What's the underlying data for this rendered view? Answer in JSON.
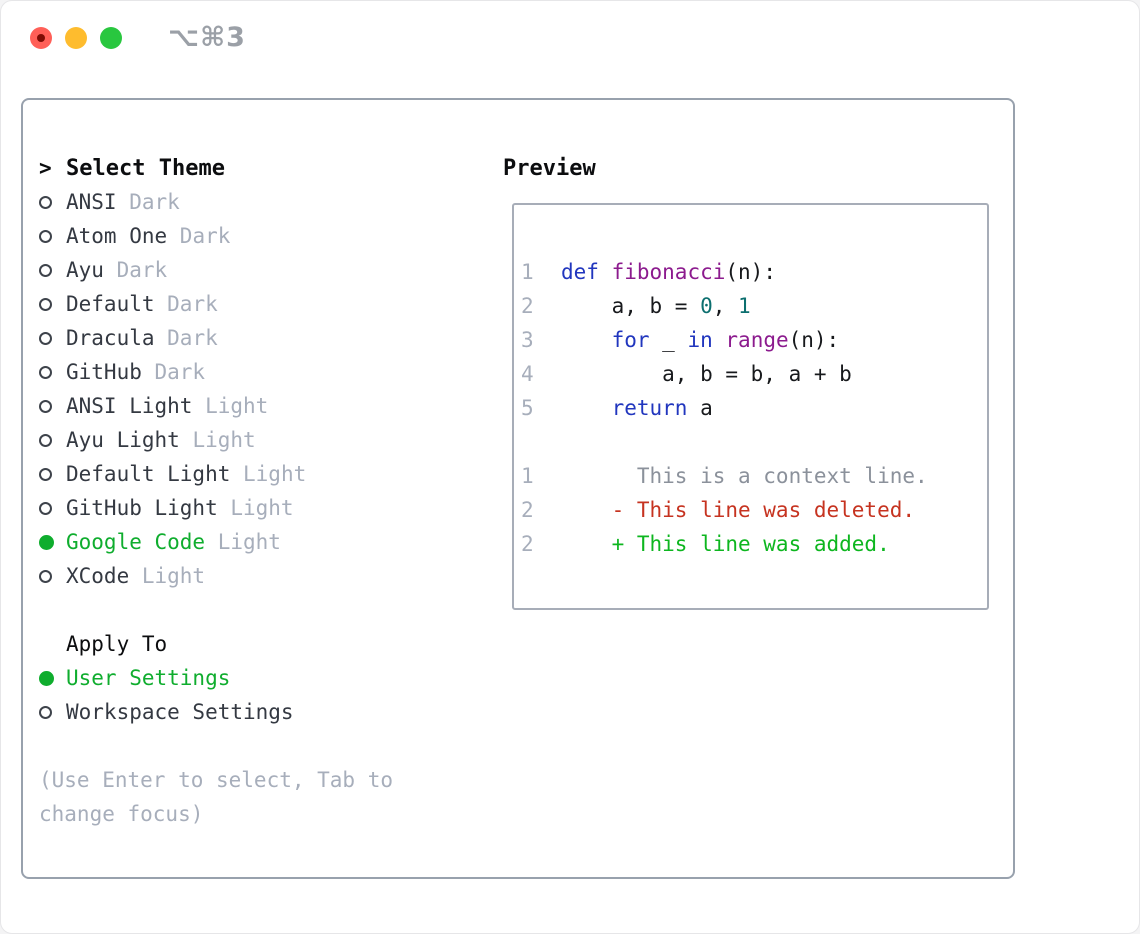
{
  "window": {
    "title": "⌥⌘3",
    "traffic_lights": {
      "close": "#ff5f57",
      "minimize": "#febc2e",
      "zoom": "#29c73f"
    }
  },
  "colors": {
    "accent_green": "#0fad2e",
    "keyword": "#2136be",
    "function_name": "#8c1b8e",
    "number_literal": "#0c6f6f",
    "context_line": "#8b919b",
    "deleted_line": "#c63320",
    "added_line": "#0db61f",
    "muted_text": "#a7aebb",
    "dark_text": "#343942"
  },
  "theme_selector": {
    "prompt": ">",
    "title": "Select Theme",
    "items": [
      {
        "name": "ANSI",
        "variant": "Dark",
        "selected": false
      },
      {
        "name": "Atom One",
        "variant": "Dark",
        "selected": false
      },
      {
        "name": "Ayu",
        "variant": "Dark",
        "selected": false
      },
      {
        "name": "Default",
        "variant": "Dark",
        "selected": false
      },
      {
        "name": "Dracula",
        "variant": "Dark",
        "selected": false
      },
      {
        "name": "GitHub",
        "variant": "Dark",
        "selected": false
      },
      {
        "name": "ANSI Light",
        "variant": "Light",
        "selected": false
      },
      {
        "name": "Ayu Light",
        "variant": "Light",
        "selected": false
      },
      {
        "name": "Default Light",
        "variant": "Light",
        "selected": false
      },
      {
        "name": "GitHub Light",
        "variant": "Light",
        "selected": false
      },
      {
        "name": "Google Code",
        "variant": "Light",
        "selected": true
      },
      {
        "name": "XCode",
        "variant": "Light",
        "selected": false
      }
    ],
    "apply_to": {
      "title": "Apply To",
      "options": [
        {
          "name": "User Settings",
          "selected": true
        },
        {
          "name": "Workspace Settings",
          "selected": false
        }
      ]
    },
    "hint": "(Use Enter to select, Tab to change focus)"
  },
  "preview": {
    "title": "Preview",
    "code_lines": [
      {
        "num": "1",
        "segments": [
          {
            "style": "kw",
            "text": "def"
          },
          {
            "style": "pl",
            "text": " "
          },
          {
            "style": "fn",
            "text": "fibonacci"
          },
          {
            "style": "pl",
            "text": "(n):"
          }
        ]
      },
      {
        "num": "2",
        "segments": [
          {
            "style": "pl",
            "text": "    a, b = "
          },
          {
            "style": "nm",
            "text": "0"
          },
          {
            "style": "pl",
            "text": ", "
          },
          {
            "style": "nm",
            "text": "1"
          }
        ]
      },
      {
        "num": "3",
        "segments": [
          {
            "style": "pl",
            "text": "    "
          },
          {
            "style": "kw",
            "text": "for"
          },
          {
            "style": "pl",
            "text": " _ "
          },
          {
            "style": "kw",
            "text": "in"
          },
          {
            "style": "pl",
            "text": " "
          },
          {
            "style": "fn",
            "text": "range"
          },
          {
            "style": "pl",
            "text": "(n):"
          }
        ]
      },
      {
        "num": "4",
        "segments": [
          {
            "style": "pl",
            "text": "        a, b = b, a + b"
          }
        ]
      },
      {
        "num": "5",
        "segments": [
          {
            "style": "pl",
            "text": "    "
          },
          {
            "style": "kw",
            "text": "return"
          },
          {
            "style": "pl",
            "text": " a"
          }
        ]
      },
      {
        "num": "",
        "segments": []
      },
      {
        "num": "1",
        "segments": [
          {
            "style": "ctx",
            "text": "      This is a context line."
          }
        ]
      },
      {
        "num": "2",
        "segments": [
          {
            "style": "del",
            "text": "    - This line was deleted."
          }
        ]
      },
      {
        "num": "2",
        "segments": [
          {
            "style": "add",
            "text": "    + This line was added."
          }
        ]
      }
    ]
  }
}
